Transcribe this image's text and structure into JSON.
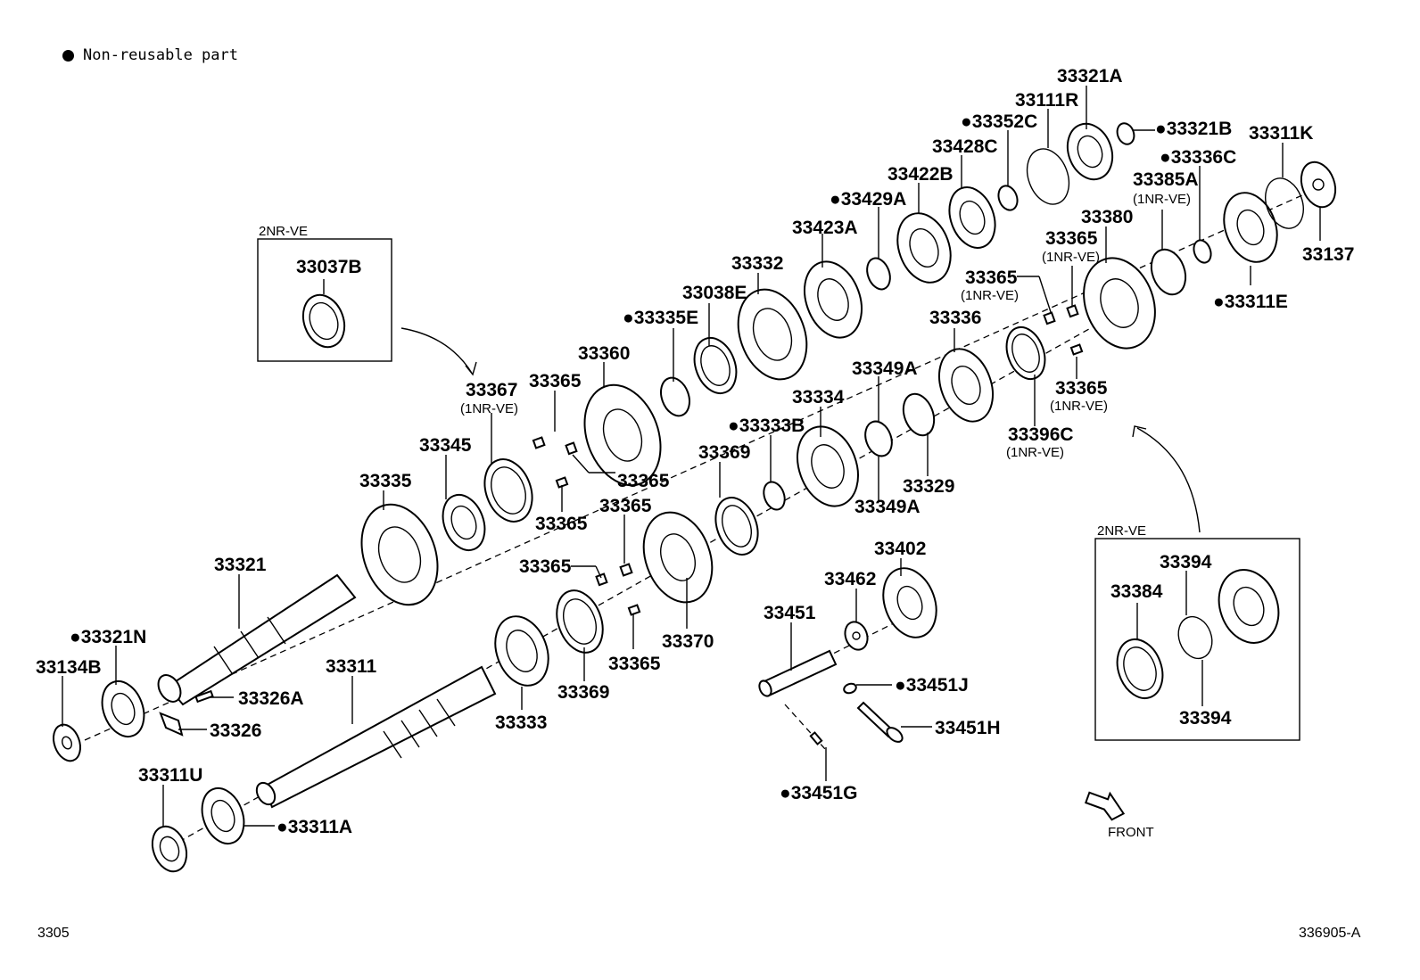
{
  "legend": {
    "marker": "●",
    "text": "Non-reusable part"
  },
  "footer": {
    "left_code": "3305",
    "right_code": "336905-A"
  },
  "insets": [
    {
      "label": "2NR-VE",
      "parts": [
        "33037B"
      ]
    },
    {
      "label": "2NR-VE",
      "parts": [
        "33384",
        "33394",
        "33394"
      ]
    }
  ],
  "direction_label": "FRONT",
  "callouts": [
    {
      "num": "33321A",
      "bullet": false,
      "note": ""
    },
    {
      "num": "33111R",
      "bullet": false,
      "note": ""
    },
    {
      "num": "33352C",
      "bullet": true,
      "note": ""
    },
    {
      "num": "33321B",
      "bullet": true,
      "note": ""
    },
    {
      "num": "33311K",
      "bullet": false,
      "note": ""
    },
    {
      "num": "33428C",
      "bullet": false,
      "note": ""
    },
    {
      "num": "33336C",
      "bullet": true,
      "note": ""
    },
    {
      "num": "33422B",
      "bullet": false,
      "note": ""
    },
    {
      "num": "33385A",
      "bullet": false,
      "note": "(1NR-VE)"
    },
    {
      "num": "33429A",
      "bullet": true,
      "note": ""
    },
    {
      "num": "33380",
      "bullet": false,
      "note": ""
    },
    {
      "num": "33423A",
      "bullet": false,
      "note": ""
    },
    {
      "num": "33365",
      "bullet": false,
      "note": "(1NR-VE)"
    },
    {
      "num": "33137",
      "bullet": false,
      "note": ""
    },
    {
      "num": "33332",
      "bullet": false,
      "note": ""
    },
    {
      "num": "33365",
      "bullet": false,
      "note": "(1NR-VE)"
    },
    {
      "num": "33311E",
      "bullet": true,
      "note": ""
    },
    {
      "num": "33038E",
      "bullet": false,
      "note": ""
    },
    {
      "num": "33335E",
      "bullet": true,
      "note": ""
    },
    {
      "num": "33336",
      "bullet": false,
      "note": ""
    },
    {
      "num": "33360",
      "bullet": false,
      "note": ""
    },
    {
      "num": "33349A",
      "bullet": false,
      "note": ""
    },
    {
      "num": "33365",
      "bullet": false,
      "note": "(1NR-VE)"
    },
    {
      "num": "33367",
      "bullet": false,
      "note": "(1NR-VE)"
    },
    {
      "num": "33365",
      "bullet": false,
      "note": ""
    },
    {
      "num": "33334",
      "bullet": false,
      "note": ""
    },
    {
      "num": "33333B",
      "bullet": true,
      "note": ""
    },
    {
      "num": "33396C",
      "bullet": false,
      "note": "(1NR-VE)"
    },
    {
      "num": "33345",
      "bullet": false,
      "note": ""
    },
    {
      "num": "33369",
      "bullet": false,
      "note": ""
    },
    {
      "num": "33365",
      "bullet": false,
      "note": ""
    },
    {
      "num": "33329",
      "bullet": false,
      "note": ""
    },
    {
      "num": "33335",
      "bullet": false,
      "note": ""
    },
    {
      "num": "33349A",
      "bullet": false,
      "note": ""
    },
    {
      "num": "33365",
      "bullet": false,
      "note": ""
    },
    {
      "num": "33365",
      "bullet": false,
      "note": ""
    },
    {
      "num": "33402",
      "bullet": false,
      "note": ""
    },
    {
      "num": "33321",
      "bullet": false,
      "note": ""
    },
    {
      "num": "33462",
      "bullet": false,
      "note": ""
    },
    {
      "num": "33365",
      "bullet": false,
      "note": ""
    },
    {
      "num": "33451",
      "bullet": false,
      "note": ""
    },
    {
      "num": "33321N",
      "bullet": true,
      "note": ""
    },
    {
      "num": "33370",
      "bullet": false,
      "note": ""
    },
    {
      "num": "33134B",
      "bullet": false,
      "note": ""
    },
    {
      "num": "33311",
      "bullet": false,
      "note": ""
    },
    {
      "num": "33365",
      "bullet": false,
      "note": ""
    },
    {
      "num": "33326A",
      "bullet": false,
      "note": ""
    },
    {
      "num": "33369",
      "bullet": false,
      "note": ""
    },
    {
      "num": "33451J",
      "bullet": true,
      "note": ""
    },
    {
      "num": "33326",
      "bullet": false,
      "note": ""
    },
    {
      "num": "33333",
      "bullet": false,
      "note": ""
    },
    {
      "num": "33451H",
      "bullet": false,
      "note": ""
    },
    {
      "num": "33311U",
      "bullet": false,
      "note": ""
    },
    {
      "num": "33311A",
      "bullet": true,
      "note": ""
    },
    {
      "num": "33451G",
      "bullet": true,
      "note": ""
    },
    {
      "num": "33384",
      "bullet": false,
      "note": ""
    },
    {
      "num": "33394",
      "bullet": false,
      "note": ""
    },
    {
      "num": "33394",
      "bullet": false,
      "note": ""
    },
    {
      "num": "33037B",
      "bullet": false,
      "note": ""
    }
  ]
}
